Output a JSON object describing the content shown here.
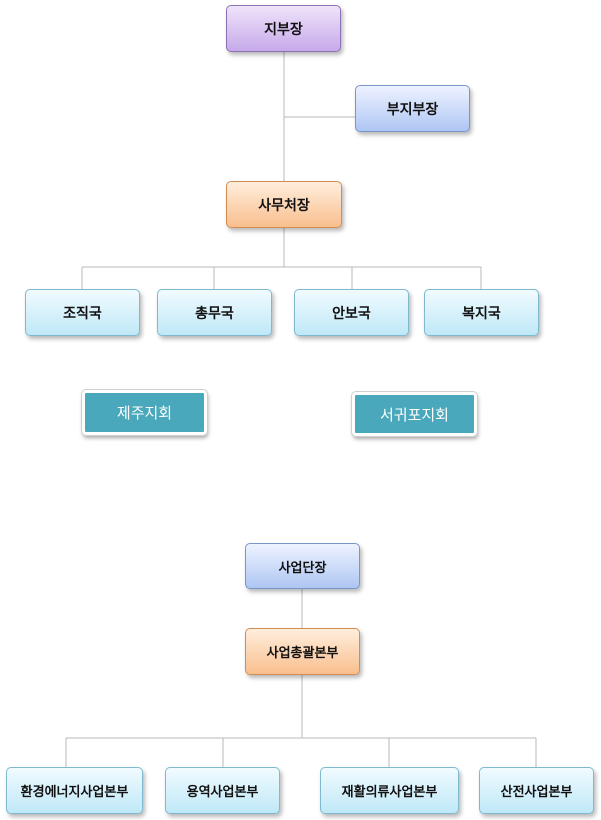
{
  "top": {
    "head": "지부장",
    "deputy": "부지부장",
    "secretary": "사무처장",
    "bureaus": [
      "조직국",
      "총무국",
      "안보국",
      "복지국"
    ],
    "branches": [
      "제주지회",
      "서귀포지회"
    ]
  },
  "business": {
    "head": "사업단장",
    "general": "사업총괄본부",
    "divisions": [
      "환경에너지사업본부",
      "용역사업본부",
      "재활의류사업본부",
      "산전사업본부"
    ]
  }
}
